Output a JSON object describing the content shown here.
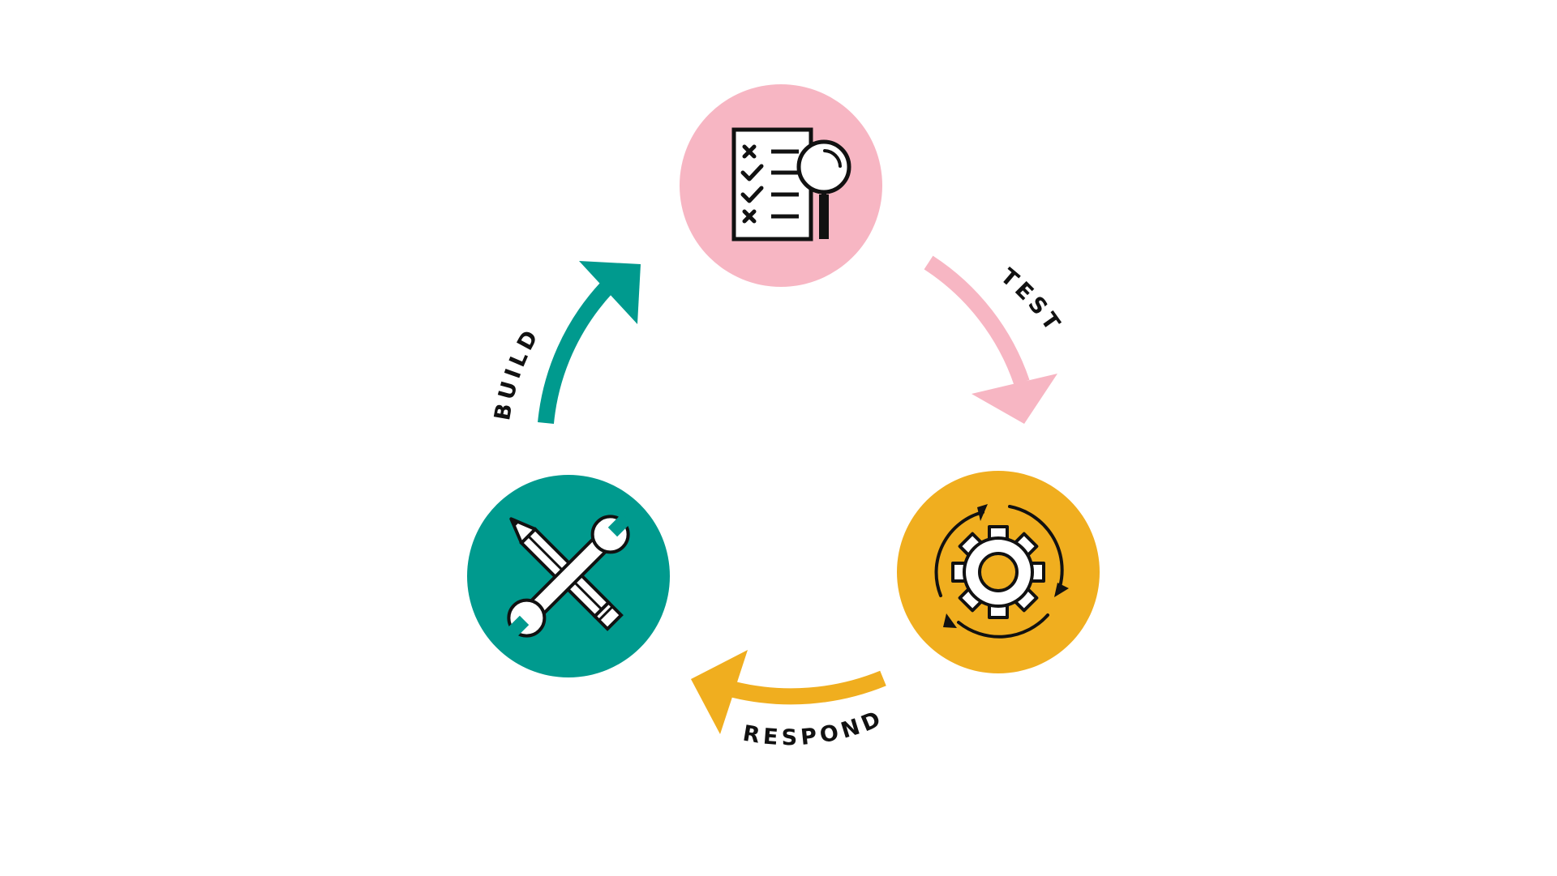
{
  "colors": {
    "pink": "#f7b6c3",
    "teal": "#009a8e",
    "amber": "#f0ae1f",
    "ink": "#111111"
  },
  "nodes": [
    {
      "id": "test-node",
      "icon": "checklist-magnifier-icon"
    },
    {
      "id": "build-node",
      "icon": "wrench-pencil-icon"
    },
    {
      "id": "respond-node",
      "icon": "gear-cycle-icon"
    }
  ],
  "arrows": {
    "build": {
      "label": "BUILD"
    },
    "test": {
      "label": "TEST"
    },
    "respond": {
      "label": "RESPOND"
    }
  }
}
